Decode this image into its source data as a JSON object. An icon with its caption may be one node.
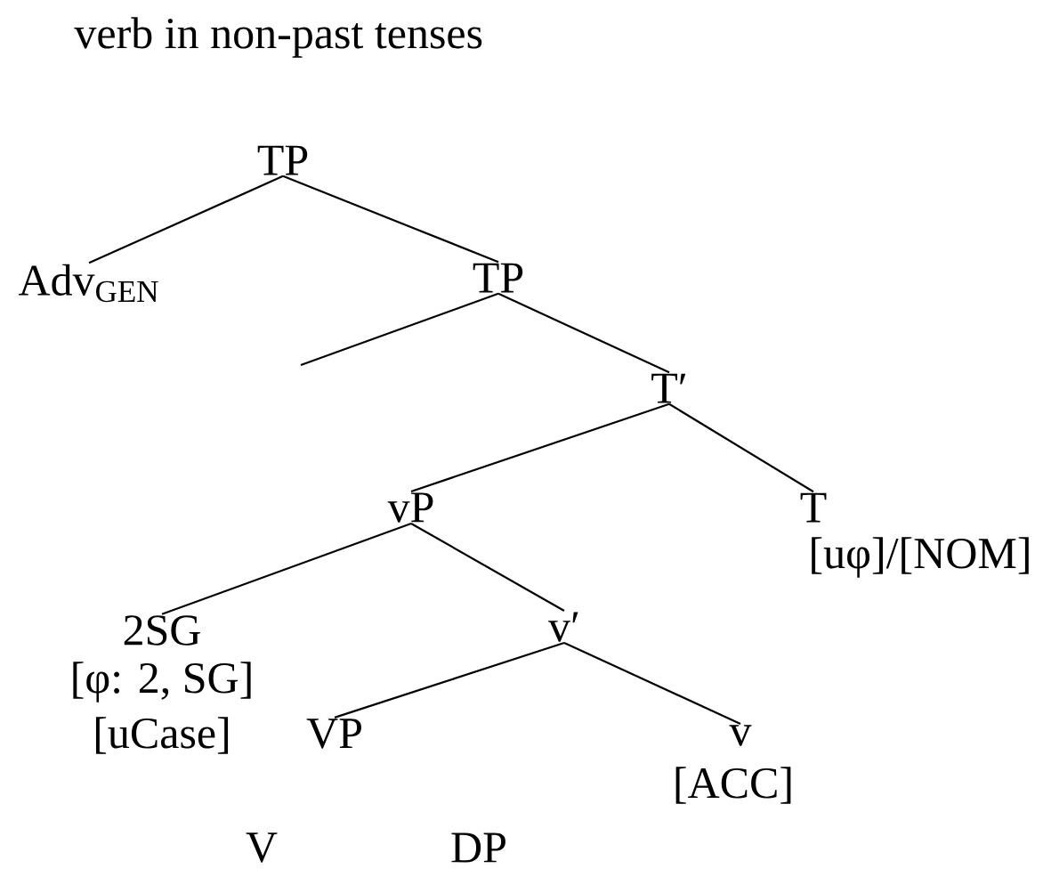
{
  "diagram": {
    "title": "verb in non-past tenses",
    "nodes": [
      {
        "text": [
          "TP"
        ]
      },
      {
        "text": [
          "Adv$_{GEN}$"
        ]
      },
      {
        "text": [
          "TP"
        ]
      },
      {
        "text": [
          "T′"
        ]
      },
      {
        "text": [
          "vP"
        ]
      },
      {
        "text": [
          "T",
          "[uφ]/[NOM]"
        ]
      },
      {
        "text": [
          "2SG",
          "[φ: 2, SG]",
          "[uCase]"
        ]
      },
      {
        "text": [
          "v′"
        ]
      },
      {
        "text": [
          "VP"
        ]
      },
      {
        "text": [
          "v",
          "[ACC]"
        ]
      }
    ],
    "edges": [
      {
        "from": 0,
        "to": 1,
        "arrow": "none"
      },
      {
        "from": 0,
        "to": 2,
        "arrow": "none"
      },
      {
        "from": 2,
        "to": null,
        "arrow": "none"
      },
      {
        "from": 2,
        "to": 3,
        "arrow": "none"
      },
      {
        "from": 3,
        "to": 4,
        "arrow": "none"
      },
      {
        "from": 3,
        "to": 5,
        "arrow": "none"
      },
      {
        "from": 4,
        "to": 6,
        "arrow": "none"
      },
      {
        "from": 4,
        "to": 7,
        "arrow": "none"
      },
      {
        "from": 7,
        "to": 8,
        "arrow": "none"
      },
      {
        "from": 7,
        "to": 9,
        "arrow": "none"
      }
    ],
    "labels": [
      "V",
      "DP"
    ]
  }
}
